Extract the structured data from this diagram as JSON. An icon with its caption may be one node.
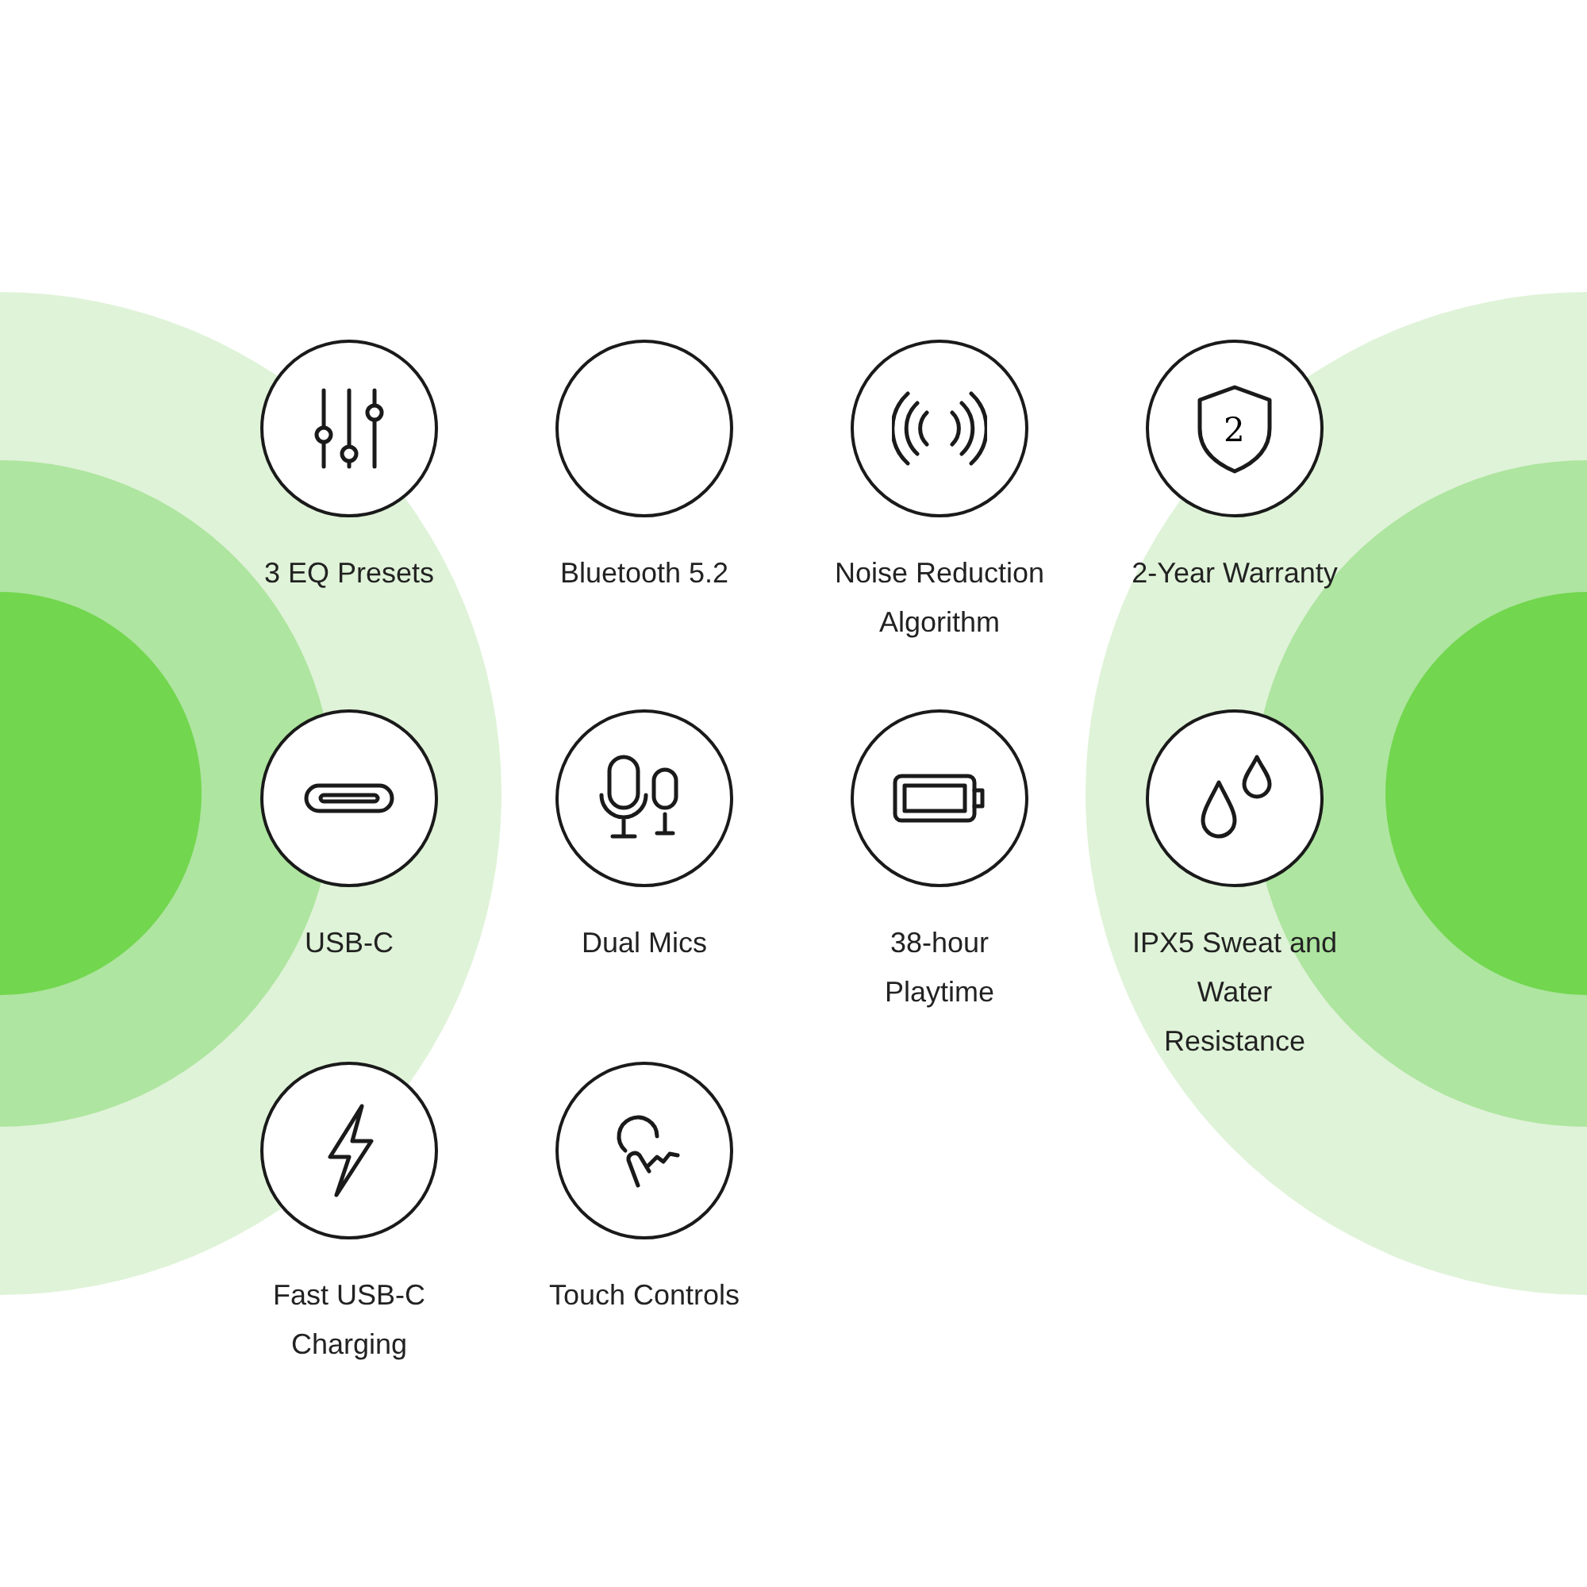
{
  "diagram": {
    "nodes": [
      {
        "text": [
          "3 EQ Presets"
        ]
      },
      {
        "text": [
          "Bluetooth 5.2"
        ]
      },
      {
        "text": [
          "Noise Reduction Algorithm"
        ]
      },
      {
        "text": [
          "2-Year Warranty"
        ]
      },
      {
        "text": [
          "USB-C"
        ]
      },
      {
        "text": [
          "Dual Mics"
        ]
      },
      {
        "text": [
          "38-hour Playtime"
        ]
      },
      {
        "text": [
          "IPX5 Sweat and Water Resistance"
        ]
      },
      {
        "text": [
          "Fast USB-C Charging"
        ]
      },
      {
        "text": [
          "Touch Controls"
        ]
      }
    ],
    "labels": [
      "2"
    ]
  }
}
